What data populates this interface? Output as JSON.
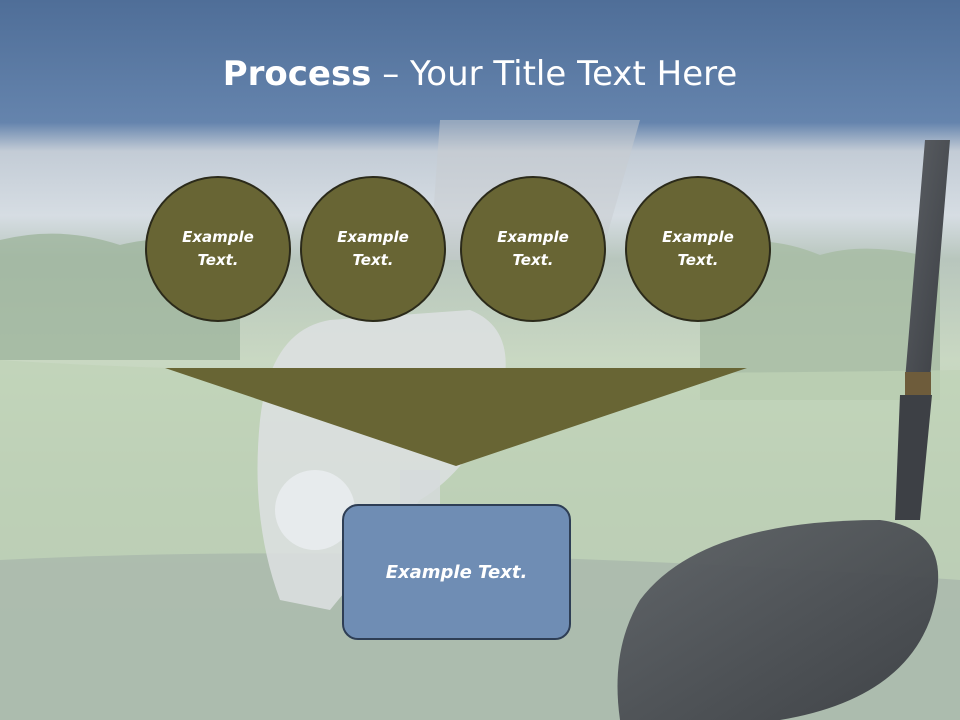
{
  "slide": {
    "title_bold": "Process",
    "title_rest": " – Your Title Text Here",
    "circles": [
      {
        "text": "Example Text."
      },
      {
        "text": "Example Text."
      },
      {
        "text": "Example Text."
      },
      {
        "text": "Example Text."
      }
    ],
    "result_box": {
      "text": "Example Text."
    }
  },
  "colors": {
    "header_blue": "#5d7da6",
    "circle_fill": "#686534",
    "arrow_fill": "#686534",
    "box_fill": "#6f8db4",
    "text": "#ffffff"
  }
}
